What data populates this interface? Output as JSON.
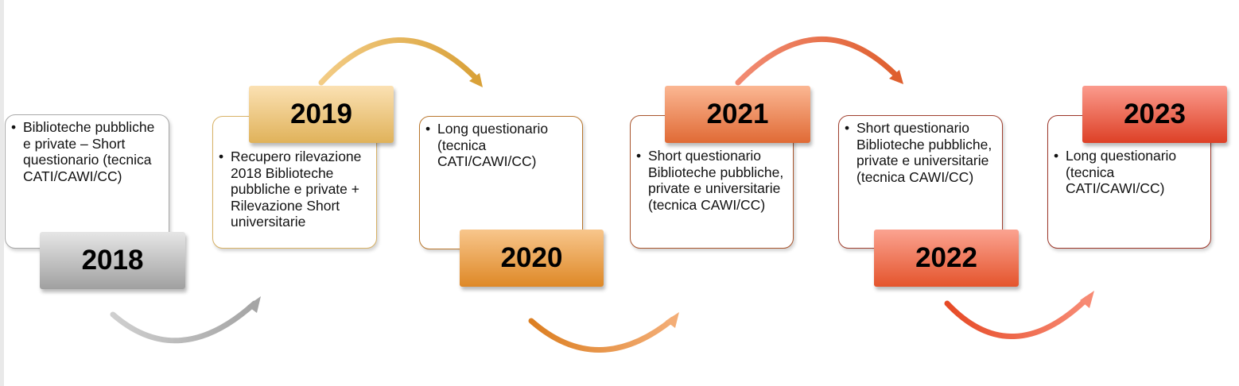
{
  "timeline": [
    {
      "year": "2018",
      "items": [
        "Biblioteche pubbliche e private – Short questionario (tecnica CATI/CAWI/CC)"
      ],
      "colors": {
        "border": "#a8a8a8",
        "top": "#e6e6e6",
        "bottom": "#a0a0a0"
      }
    },
    {
      "year": "2019",
      "items": [
        "Recupero rilevazione 2018 Biblioteche pubbliche e private +  Rilevazione Short  universitarie"
      ],
      "colors": {
        "border": "#d8b266",
        "top": "#fbe1b3",
        "bottom": "#e0b25a"
      }
    },
    {
      "year": "2020",
      "items": [
        "Long questionario (tecnica CATI/CAWI/CC)"
      ],
      "colors": {
        "border": "#b9772e",
        "top": "#f8c68c",
        "bottom": "#de8826"
      }
    },
    {
      "year": "2021",
      "items": [
        "Short questionario Biblioteche pubbliche, private e universitarie (tecnica CAWI/CC)"
      ],
      "colors": {
        "border": "#a9552d",
        "top": "#fbb793",
        "bottom": "#e06a35"
      }
    },
    {
      "year": "2022",
      "items": [
        "Short questionario Biblioteche pubbliche, private e universitarie (tecnica CAWI/CC)"
      ],
      "colors": {
        "border": "#a0402f",
        "top": "#fba391",
        "bottom": "#e4542c"
      }
    },
    {
      "year": "2023",
      "items": [
        "Long questionario (tecnica CATI/CAWI/CC)"
      ],
      "colors": {
        "border": "#9c3528",
        "top": "#fb9b8d",
        "bottom": "#dd4026"
      }
    }
  ]
}
